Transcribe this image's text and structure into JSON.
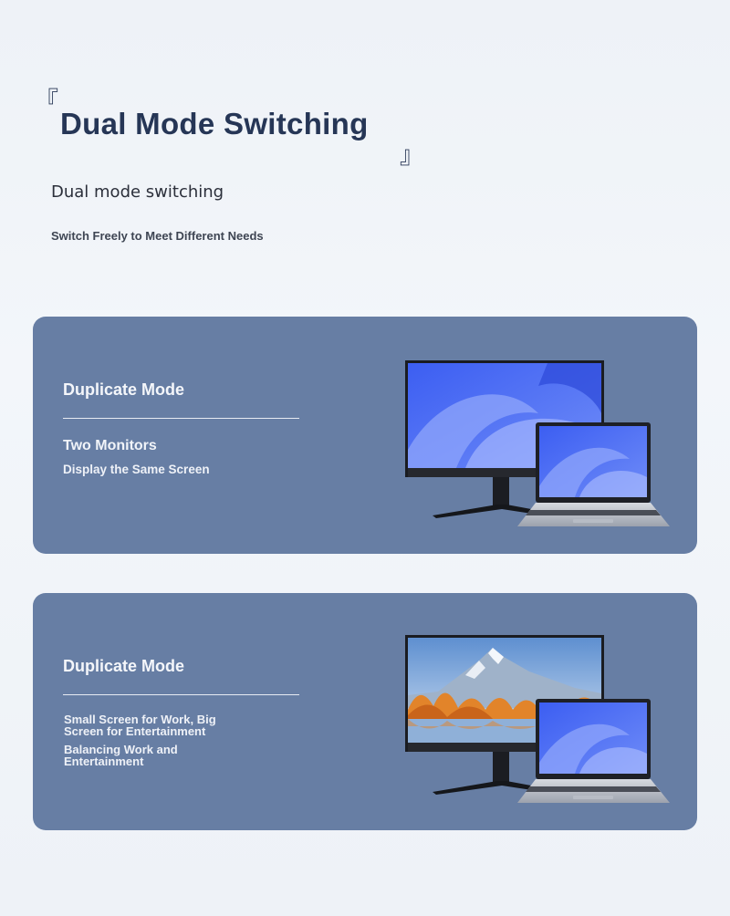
{
  "header": {
    "bracket_open": "『",
    "bracket_close": "』",
    "title": "Dual Mode Switching",
    "subtitle": "Dual mode switching",
    "tagline": "Switch Freely to Meet Different Needs"
  },
  "cards": [
    {
      "title": "Duplicate Mode",
      "line1": "Two Monitors",
      "line2": "Display the Same Screen",
      "illustration": "monitor-and-laptop-same-screen"
    },
    {
      "title": "Duplicate Mode",
      "line1a": "Small Screen for Work, Big",
      "line1b": " Screen for Entertainment",
      "line2a": "Balancing Work and",
      "line2b": " Entertainment",
      "illustration": "monitor-landscape-and-laptop"
    }
  ],
  "colors": {
    "card_bg": "#677ea4",
    "title": "#263656",
    "screen_blue": "#4f6cf0"
  }
}
